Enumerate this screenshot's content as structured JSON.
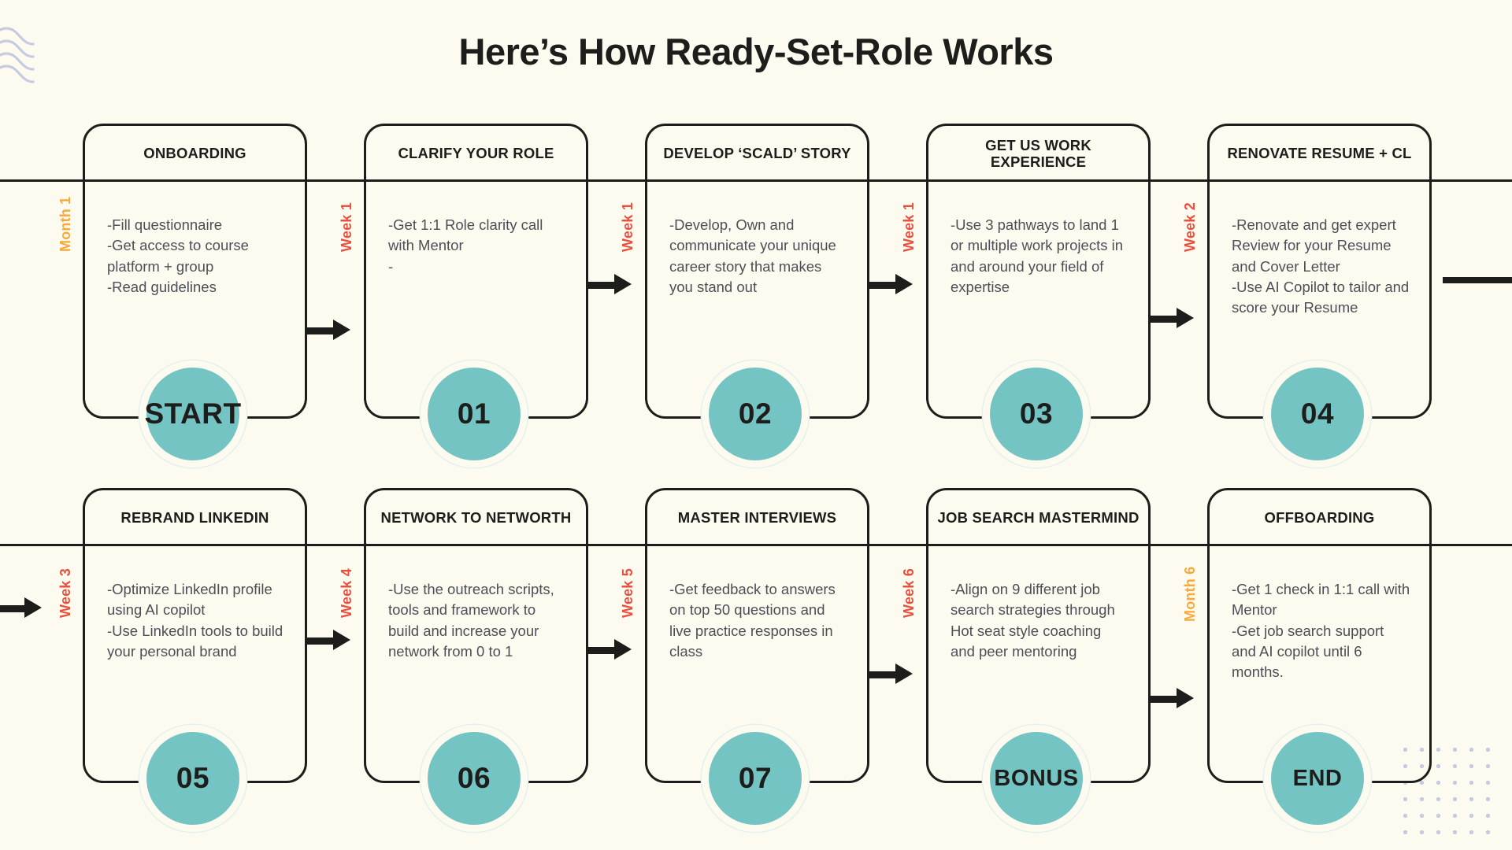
{
  "page": {
    "title": "Here’s How Ready-Set-Role Works",
    "background_color": "#fdfbf0",
    "accent_teal": "#74c4c3",
    "accent_orange": "#f7a93b",
    "accent_red": "#ea4f3d",
    "line_color": "#1d1d1b",
    "body_text_color": "#4e4e56",
    "decor_color": "#c6cbe2"
  },
  "decor": {
    "waves_name": "wave-lines-decoration",
    "dots_name": "dot-grid-decoration"
  },
  "row1": {
    "cards": [
      {
        "heading": "ONBOARDING",
        "body": "-Fill questionnaire\n-Get access to course platform + group\n-Read guidelines",
        "node": "START",
        "period": "Month 1",
        "period_color": "orange"
      },
      {
        "heading": "CLARIFY YOUR ROLE",
        "body": "-Get 1:1 Role clarity call with Mentor\n-",
        "node": "01",
        "period": "Week 1",
        "period_color": "red"
      },
      {
        "heading": "DEVELOP ‘SCALD’ STORY",
        "body": "-Develop, Own and communicate your unique career story that makes you stand out",
        "node": "02",
        "period": "Week 1",
        "period_color": "red"
      },
      {
        "heading": "GET US WORK EXPERIENCE",
        "body": "-Use 3 pathways to land 1 or multiple work projects in and around your field of expertise",
        "node": "03",
        "period": "Week 1",
        "period_color": "red"
      },
      {
        "heading": "RENOVATE RESUME + CL",
        "body": "-Renovate and get expert Review for your Resume and Cover Letter\n-Use AI Copilot to tailor and score your Resume",
        "node": "04",
        "period": "Week 2",
        "period_color": "red"
      }
    ]
  },
  "row2": {
    "cards": [
      {
        "heading": "REBRAND LINKEDIN",
        "body": "-Optimize LinkedIn profile using AI copilot\n-Use LinkedIn tools to build your personal brand",
        "node": "05",
        "period": "Week 3",
        "period_color": "red"
      },
      {
        "heading": "NETWORK TO NETWORTH",
        "body": "-Use the outreach scripts, tools and framework to build and increase your network from 0 to 1",
        "node": "06",
        "period": "Week 4",
        "period_color": "red"
      },
      {
        "heading": "MASTER INTERVIEWS",
        "body": "-Get feedback to answers on top 50 questions and live practice responses in class",
        "node": "07",
        "period": "Week 5",
        "period_color": "red"
      },
      {
        "heading": "JOB SEARCH MASTERMIND",
        "body": "-Align on 9 different job search strategies through Hot seat style coaching and peer mentoring",
        "node": "BONUS",
        "period": "Week 6",
        "period_color": "red"
      },
      {
        "heading": "OFFBOARDING",
        "body": "-Get 1 check in 1:1 call with Mentor\n-Get job search support and AI copilot until 6 months.",
        "node": "END",
        "period": "Month 6",
        "period_color": "orange"
      }
    ]
  }
}
